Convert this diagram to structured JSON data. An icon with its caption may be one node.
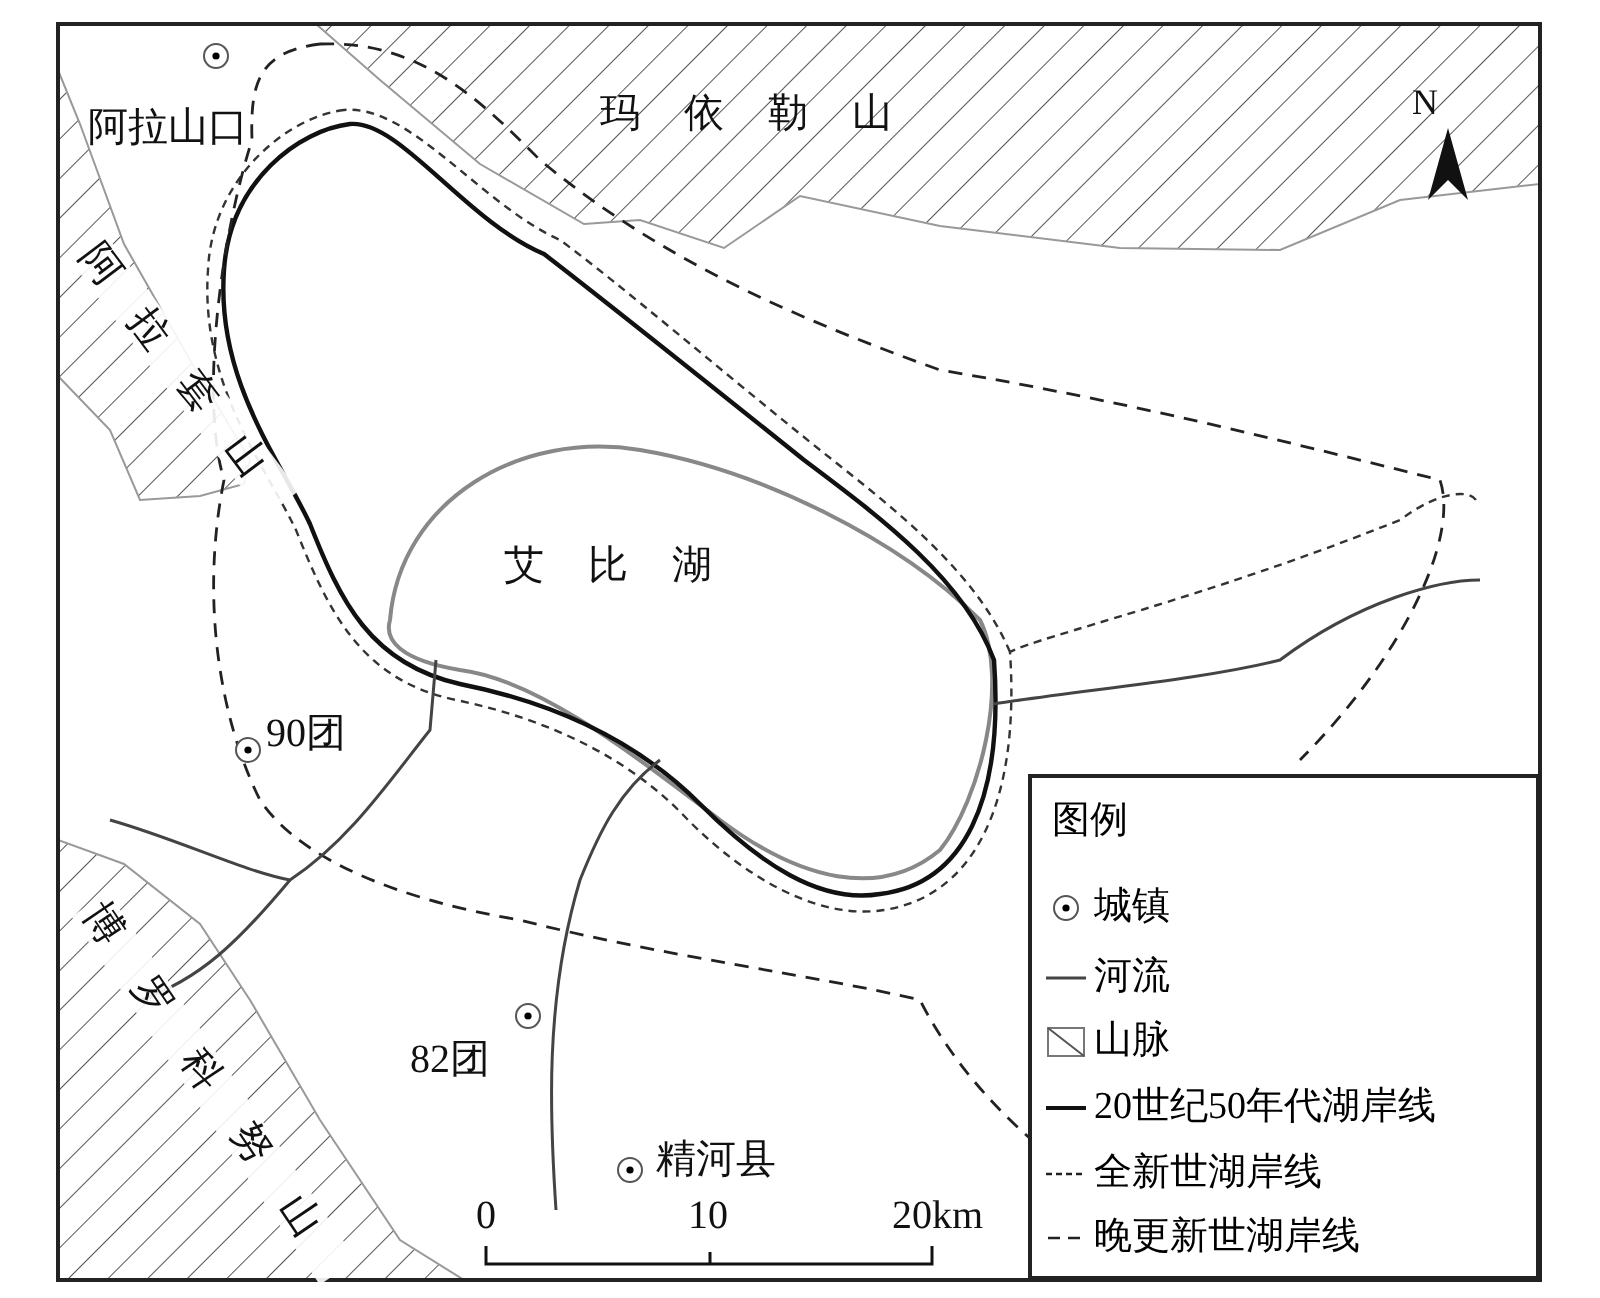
{
  "diagram": {
    "labels": [
      "阿拉山口",
      "玛依勒山",
      "N",
      "阿拉套山",
      "艾比湖",
      "90团",
      "博罗科努山",
      "82团",
      "精河县",
      "0",
      "10",
      "20km",
      "图例"
    ],
    "legend": [
      {
        "text": "城镇"
      },
      {
        "text": "河流"
      },
      {
        "text": "山脉"
      },
      {
        "text": "20世纪50年代湖岸线"
      },
      {
        "text": "全新世湖岸线"
      },
      {
        "text": "晚更新世湖岸线"
      }
    ]
  }
}
